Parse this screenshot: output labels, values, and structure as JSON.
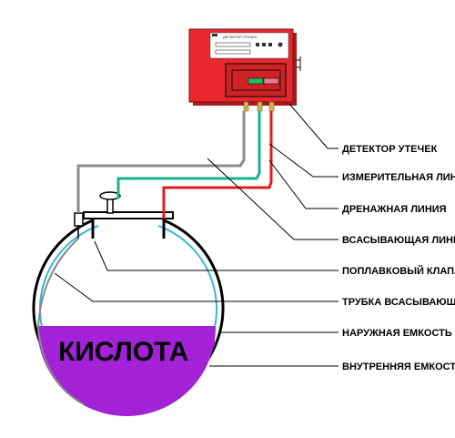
{
  "colors": {
    "device_body": "#e8282d",
    "device_shadow": "#a81b1f",
    "acid": "#a321d6",
    "outer_shell": "#000000",
    "inner_shell": "#36b7d6",
    "measuring_line": "#18b38a",
    "drain_line": "#e21c1c",
    "suction_line": "#8c8c8c",
    "fitting": "#d8b24a"
  },
  "device": {
    "panel_text": "ДЕТЕКТОР УТЕЧЕК"
  },
  "tank": {
    "content_label": "КИСЛОТА"
  },
  "callouts": [
    {
      "id": "leak-detector",
      "label": "ДЕТЕКТОР УТЕЧЕК"
    },
    {
      "id": "measuring-line",
      "label": "ИЗМЕРИТЕЛЬНАЯ ЛИНИЯ"
    },
    {
      "id": "drain-line",
      "label": "ДРЕНАЖНАЯ ЛИНИЯ"
    },
    {
      "id": "suction-line",
      "label": "ВСАСЫВАЮЩАЯ ЛИНИЯ"
    },
    {
      "id": "float-valve",
      "label": "ПОПЛАВКОВЫЙ КЛАПАН"
    },
    {
      "id": "suction-tube",
      "label": "ТРУБКА ВСАСЫВАЮЩАЯ"
    },
    {
      "id": "outer-vessel",
      "label": "НАРУЖНАЯ ЕМКОСТЬ"
    },
    {
      "id": "inner-vessel",
      "label": "ВНУТРЕННЯЯ ЕМКОСТЬ"
    }
  ]
}
